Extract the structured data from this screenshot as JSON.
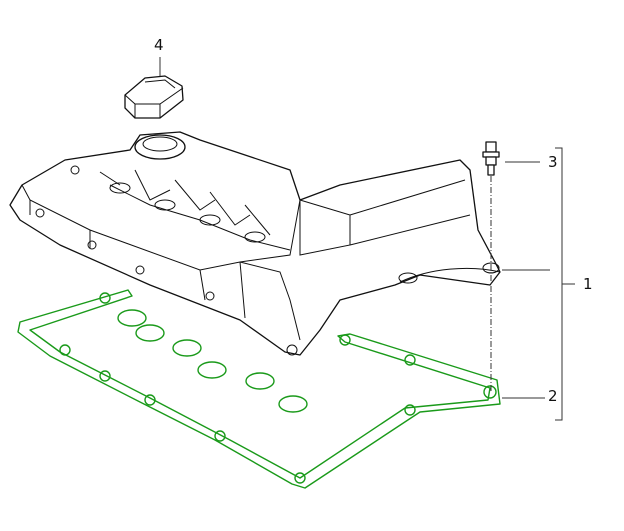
{
  "diagram": {
    "callouts": [
      {
        "id": "4",
        "part": "oil-filler-cap"
      },
      {
        "id": "3",
        "part": "bolt"
      },
      {
        "id": "1",
        "part": "valve-cover"
      },
      {
        "id": "2",
        "part": "gasket"
      }
    ],
    "colors": {
      "line": "#111111",
      "gasket": "#1a9a1a",
      "background": "#ffffff"
    }
  }
}
